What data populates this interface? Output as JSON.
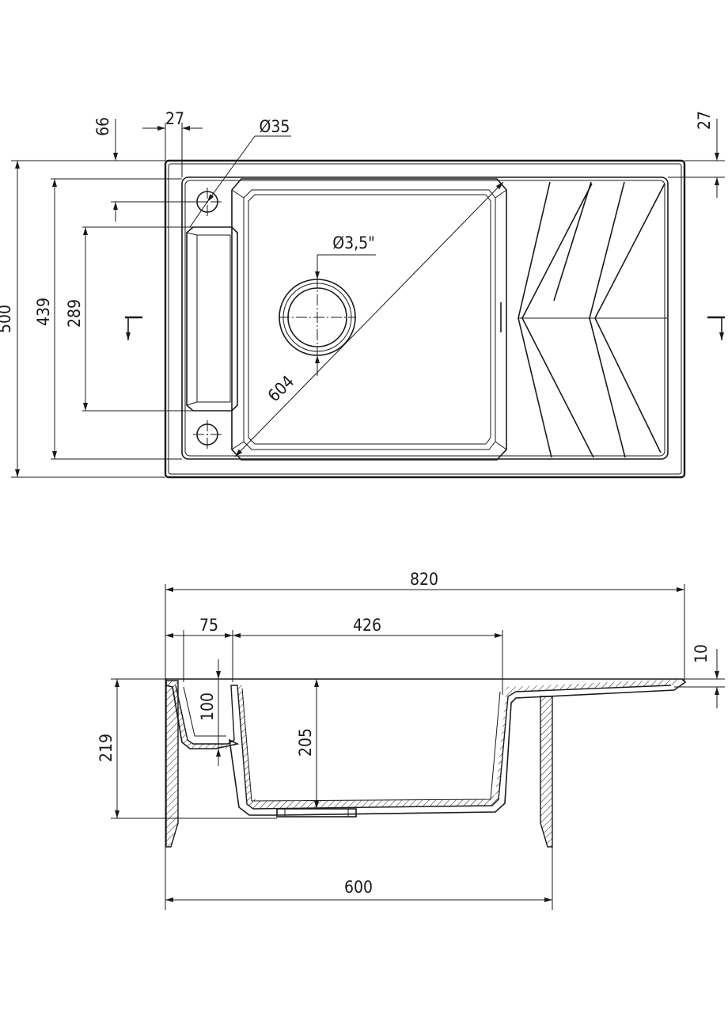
{
  "top_view": {
    "dims": {
      "offset_66": "66",
      "width_27": "27",
      "hole_35": "Ø35",
      "edge_27": "27",
      "outer_500": "500",
      "inner_439": "439",
      "recess_289": "289",
      "drain_35": "Ø3,5\"",
      "diag_604": "604"
    }
  },
  "side_view": {
    "dims": {
      "total_820": "820",
      "ledge_75": "75",
      "bowl_426": "426",
      "lip_10": "10",
      "ledge_depth_100": "100",
      "bowl_depth_205": "205",
      "total_depth_219": "219",
      "cabinet_600": "600"
    }
  }
}
